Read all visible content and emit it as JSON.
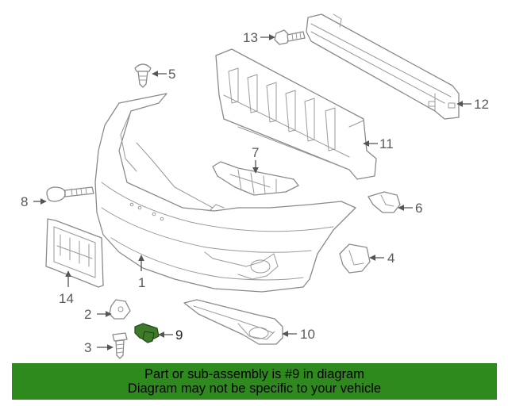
{
  "callouts": {
    "c1": "1",
    "c2": "2",
    "c3": "3",
    "c4": "4",
    "c5": "5",
    "c6": "6",
    "c7": "7",
    "c8": "8",
    "c9": "9",
    "c10": "10",
    "c11": "11",
    "c12": "12",
    "c13": "13",
    "c14": "14"
  },
  "highlight": {
    "part_number": "9",
    "color": "#3f7a2a"
  },
  "banner": {
    "line1": "Part or sub-assembly is #9 in diagram",
    "line2": "Diagram may not be specific to your vehicle",
    "background": "#2f8a1e"
  }
}
